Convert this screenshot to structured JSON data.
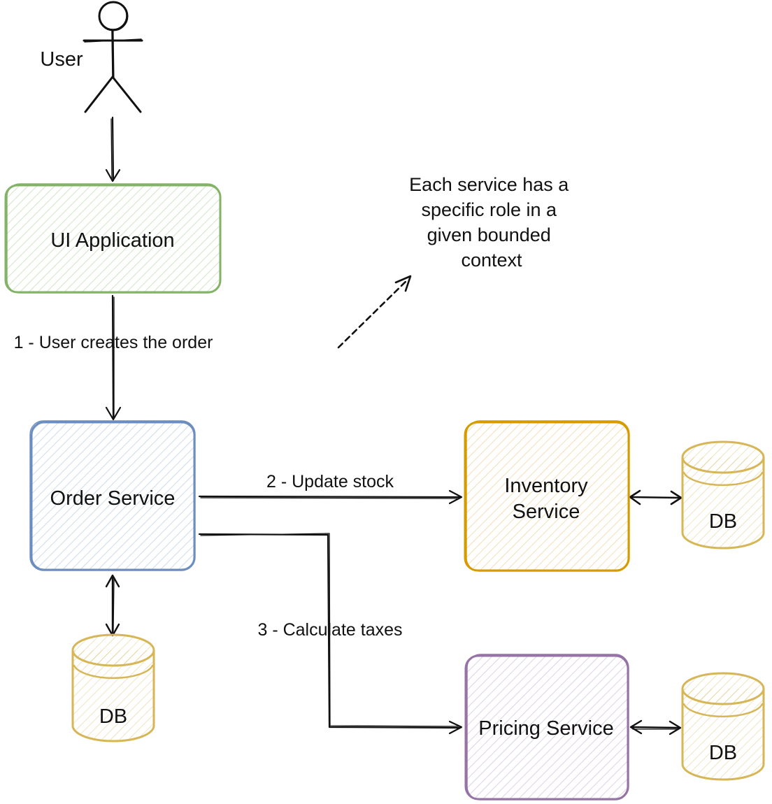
{
  "actor": {
    "label": "User",
    "icon": "stick-figure-icon"
  },
  "nodes": {
    "ui_app": {
      "lines": [
        "UI Application"
      ],
      "fill": "#d5e8d4",
      "stroke": "#82b366"
    },
    "order": {
      "lines": [
        "Order Service"
      ],
      "fill": "#dae8fc",
      "stroke": "#6c8ebf"
    },
    "inventory": {
      "lines": [
        "Inventory",
        "Service"
      ],
      "fill": "#ffe6cc",
      "stroke": "#d79b00"
    },
    "pricing": {
      "lines": [
        "Pricing Service"
      ],
      "fill": "#e1d5e7",
      "stroke": "#9673a6"
    }
  },
  "databases": {
    "order_db": {
      "label": "DB"
    },
    "inventory_db": {
      "label": "DB"
    },
    "pricing_db": {
      "label": "DB"
    },
    "fill": "#fff2cc",
    "stroke": "#d6b656"
  },
  "edges": {
    "user_to_ui": {
      "label": ""
    },
    "create_order": {
      "label": "1 - User creates the order"
    },
    "update_stock": {
      "label": "2 - Update stock"
    },
    "calculate_taxes": {
      "label": "3 - Calculate taxes"
    },
    "order_db_link": {
      "label": ""
    },
    "inventory_db_link": {
      "label": ""
    },
    "pricing_db_link": {
      "label": ""
    }
  },
  "note": {
    "lines": [
      "Each service has a",
      "specific role in a",
      "given bounded",
      "context"
    ]
  },
  "colors": {
    "ink": "#111111"
  }
}
